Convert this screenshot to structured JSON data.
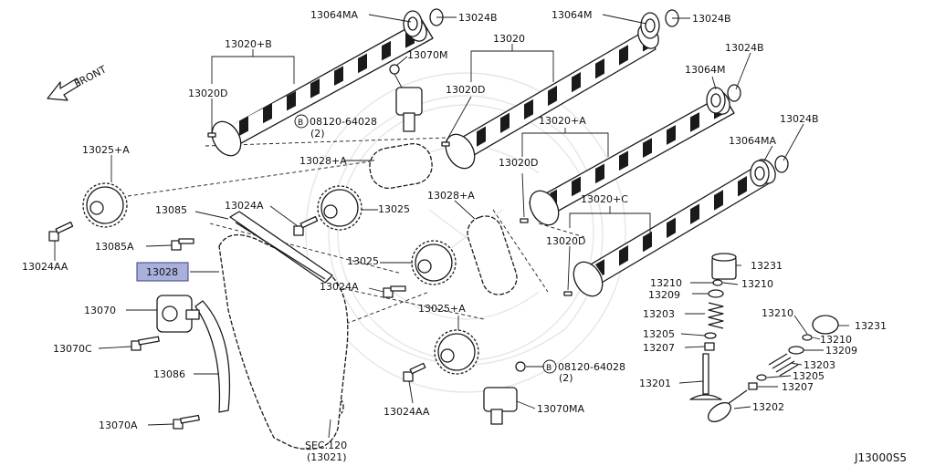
{
  "diagram_code": "J13000S5",
  "front_label": "FRONT",
  "colors": {
    "highlight_fill": "#aab0dc",
    "line": "#1a1a1a"
  },
  "highlighted_part": "13028",
  "labels": {
    "13064MA_top": "13064MA",
    "13024B_a": "13024B",
    "13064M_a": "13064M",
    "13024B_b": "13024B",
    "13020_B": "13020+B",
    "13070M": "13070M",
    "13020": "13020",
    "13024B_c": "13024B",
    "13020D_a": "13020D",
    "13020D_b": "13020D",
    "13064M_b": "13064M",
    "bolt_ref_a": "08120-64028",
    "bolt_qty_a": "(2)",
    "13020_A": "13020+A",
    "13024B_d": "13024B",
    "13064MA_b": "13064MA",
    "13025_A_a": "13025+A",
    "13028_A_a": "13028+A",
    "13020D_c": "13020D",
    "13024A_a": "13024A",
    "13085": "13085",
    "13025_a": "13025",
    "13028_A_b": "13028+A",
    "13020_C": "13020+C",
    "13020D_d": "13020D",
    "13085A": "13085A",
    "13024AA_a": "13024AA",
    "13025_b": "13025",
    "13231_a": "13231",
    "13028": "13028",
    "13210_a": "13210",
    "13210_b": "13210",
    "13024A_b": "13024A",
    "13209_a": "13209",
    "13070": "13070",
    "13025_A_b": "13025+A",
    "13203_a": "13203",
    "13210_c": "13210",
    "13231_b": "13231",
    "13205_a": "13205",
    "13210_d": "13210",
    "13070C": "13070C",
    "13207_a": "13207",
    "13209_b": "13209",
    "bolt_ref_b": "08120-64028",
    "13203_b": "13203",
    "13086": "13086",
    "bolt_qty_b": "(2)",
    "13201": "13201",
    "13205_b": "13205",
    "13207_b": "13207",
    "13024AA_b": "13024AA",
    "13070MA": "13070MA",
    "13202": "13202",
    "13070A": "13070A",
    "sec_ref": "SEC.120",
    "sec_num": "(13021)"
  }
}
